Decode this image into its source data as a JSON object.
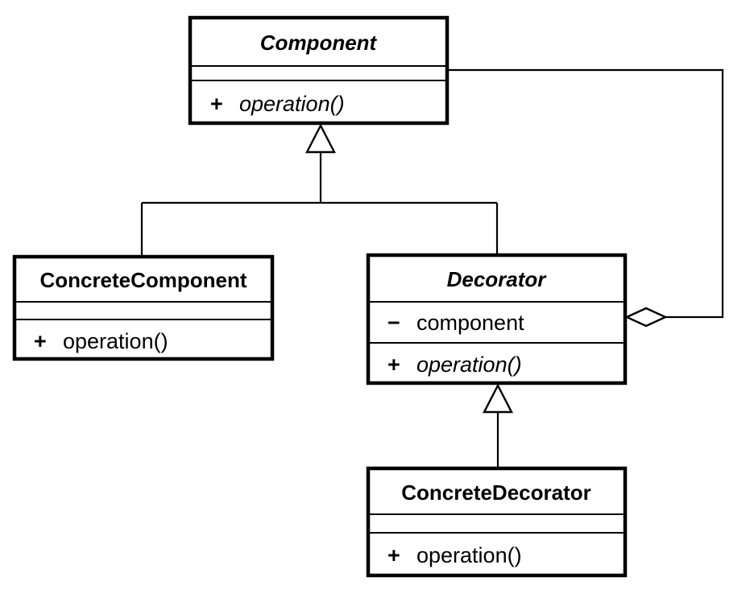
{
  "diagram": {
    "type": "uml-class-diagram",
    "colors": {
      "line": "#000000",
      "box_fill": "#ffffff",
      "background": "#ffffff"
    },
    "classes": [
      {
        "id": "component",
        "name": "Component",
        "abstract": true,
        "attributes": [],
        "methods": [
          {
            "visibility": "+",
            "signature": "operation()",
            "abstract": true
          }
        ]
      },
      {
        "id": "concrete-component",
        "name": "ConcreteComponent",
        "abstract": false,
        "attributes": [],
        "methods": [
          {
            "visibility": "+",
            "signature": "operation()",
            "abstract": false
          }
        ]
      },
      {
        "id": "decorator",
        "name": "Decorator",
        "abstract": true,
        "attributes": [
          {
            "visibility": "−",
            "name": "component"
          }
        ],
        "methods": [
          {
            "visibility": "+",
            "signature": "operation()",
            "abstract": true
          }
        ]
      },
      {
        "id": "concrete-decorator",
        "name": "ConcreteDecorator",
        "abstract": false,
        "attributes": [],
        "methods": [
          {
            "visibility": "+",
            "signature": "operation()",
            "abstract": false
          }
        ]
      }
    ],
    "relationships": [
      {
        "type": "generalization",
        "from": "ConcreteComponent",
        "to": "Component"
      },
      {
        "type": "generalization",
        "from": "Decorator",
        "to": "Component"
      },
      {
        "type": "generalization",
        "from": "ConcreteDecorator",
        "to": "Decorator"
      },
      {
        "type": "aggregation",
        "owner": "Decorator",
        "part": "Component"
      }
    ]
  }
}
